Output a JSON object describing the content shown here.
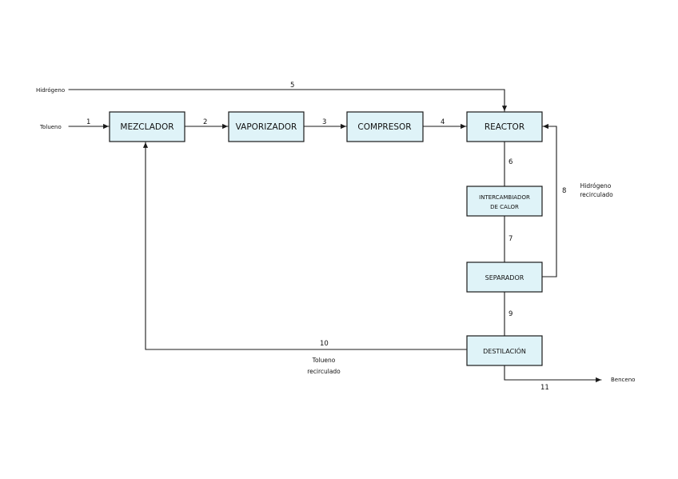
{
  "units": {
    "mezclador": "MEZCLADOR",
    "vaporizador": "VAPORIZADOR",
    "compresor": "COMPRESOR",
    "reactor": "REACTOR",
    "intercambiador_1": "INTERCAMBIADOR",
    "intercambiador_2": "DE CALOR",
    "separador": "SEPARADOR",
    "destilacion": "DESTILACIÓN"
  },
  "inputs": {
    "hidrogeno": "Hidrógeno",
    "tolueno": "Tolueno"
  },
  "outputs": {
    "benceno": "Benceno"
  },
  "recycle_labels": {
    "hidrogeno_1": "Hidrógeno",
    "hidrogeno_2": "recirculado",
    "tolueno_1": "Tolueno",
    "tolueno_2": "recirculado"
  },
  "streams": {
    "s1": "1",
    "s2": "2",
    "s3": "3",
    "s4": "4",
    "s5": "5",
    "s6": "6",
    "s7": "7",
    "s8": "8",
    "s9": "9",
    "s10": "10",
    "s11": "11"
  }
}
